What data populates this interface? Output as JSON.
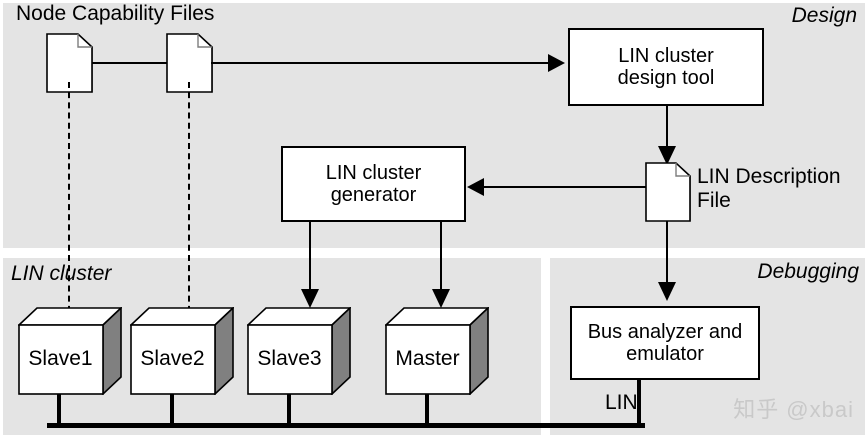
{
  "diagram": {
    "heading": "Node Capability Files",
    "panels": {
      "design": {
        "label": "Design"
      },
      "cluster": {
        "label": "LIN cluster"
      },
      "debugging": {
        "label": "Debugging"
      }
    },
    "boxes": {
      "design_tool": {
        "line1": "LIN cluster",
        "line2": "design tool"
      },
      "generator": {
        "line1": "LIN cluster",
        "line2": "generator"
      },
      "analyzer": {
        "line1": "Bus analyzer and",
        "line2": "emulator"
      }
    },
    "files": {
      "ncf_1": {
        "name": "node-capability-file-1"
      },
      "ncf_2": {
        "name": "node-capability-file-2"
      },
      "ldf": {
        "label_line1": "LIN Description",
        "label_line2": "File"
      }
    },
    "nodes": [
      {
        "label": "Slave1"
      },
      {
        "label": "Slave2"
      },
      {
        "label": "Slave3"
      },
      {
        "label": "Master"
      }
    ],
    "bus": {
      "label": "LIN"
    },
    "watermark": "知乎 @xbai",
    "colors": {
      "panel_background": "#e4e4e4",
      "page_background": "#ffffff",
      "box_fill": "#ffffff",
      "stroke": "#000000",
      "cube_side_face": "#808080",
      "cube_top_face": "#ffffff",
      "watermark": "#c9c9c9"
    }
  }
}
